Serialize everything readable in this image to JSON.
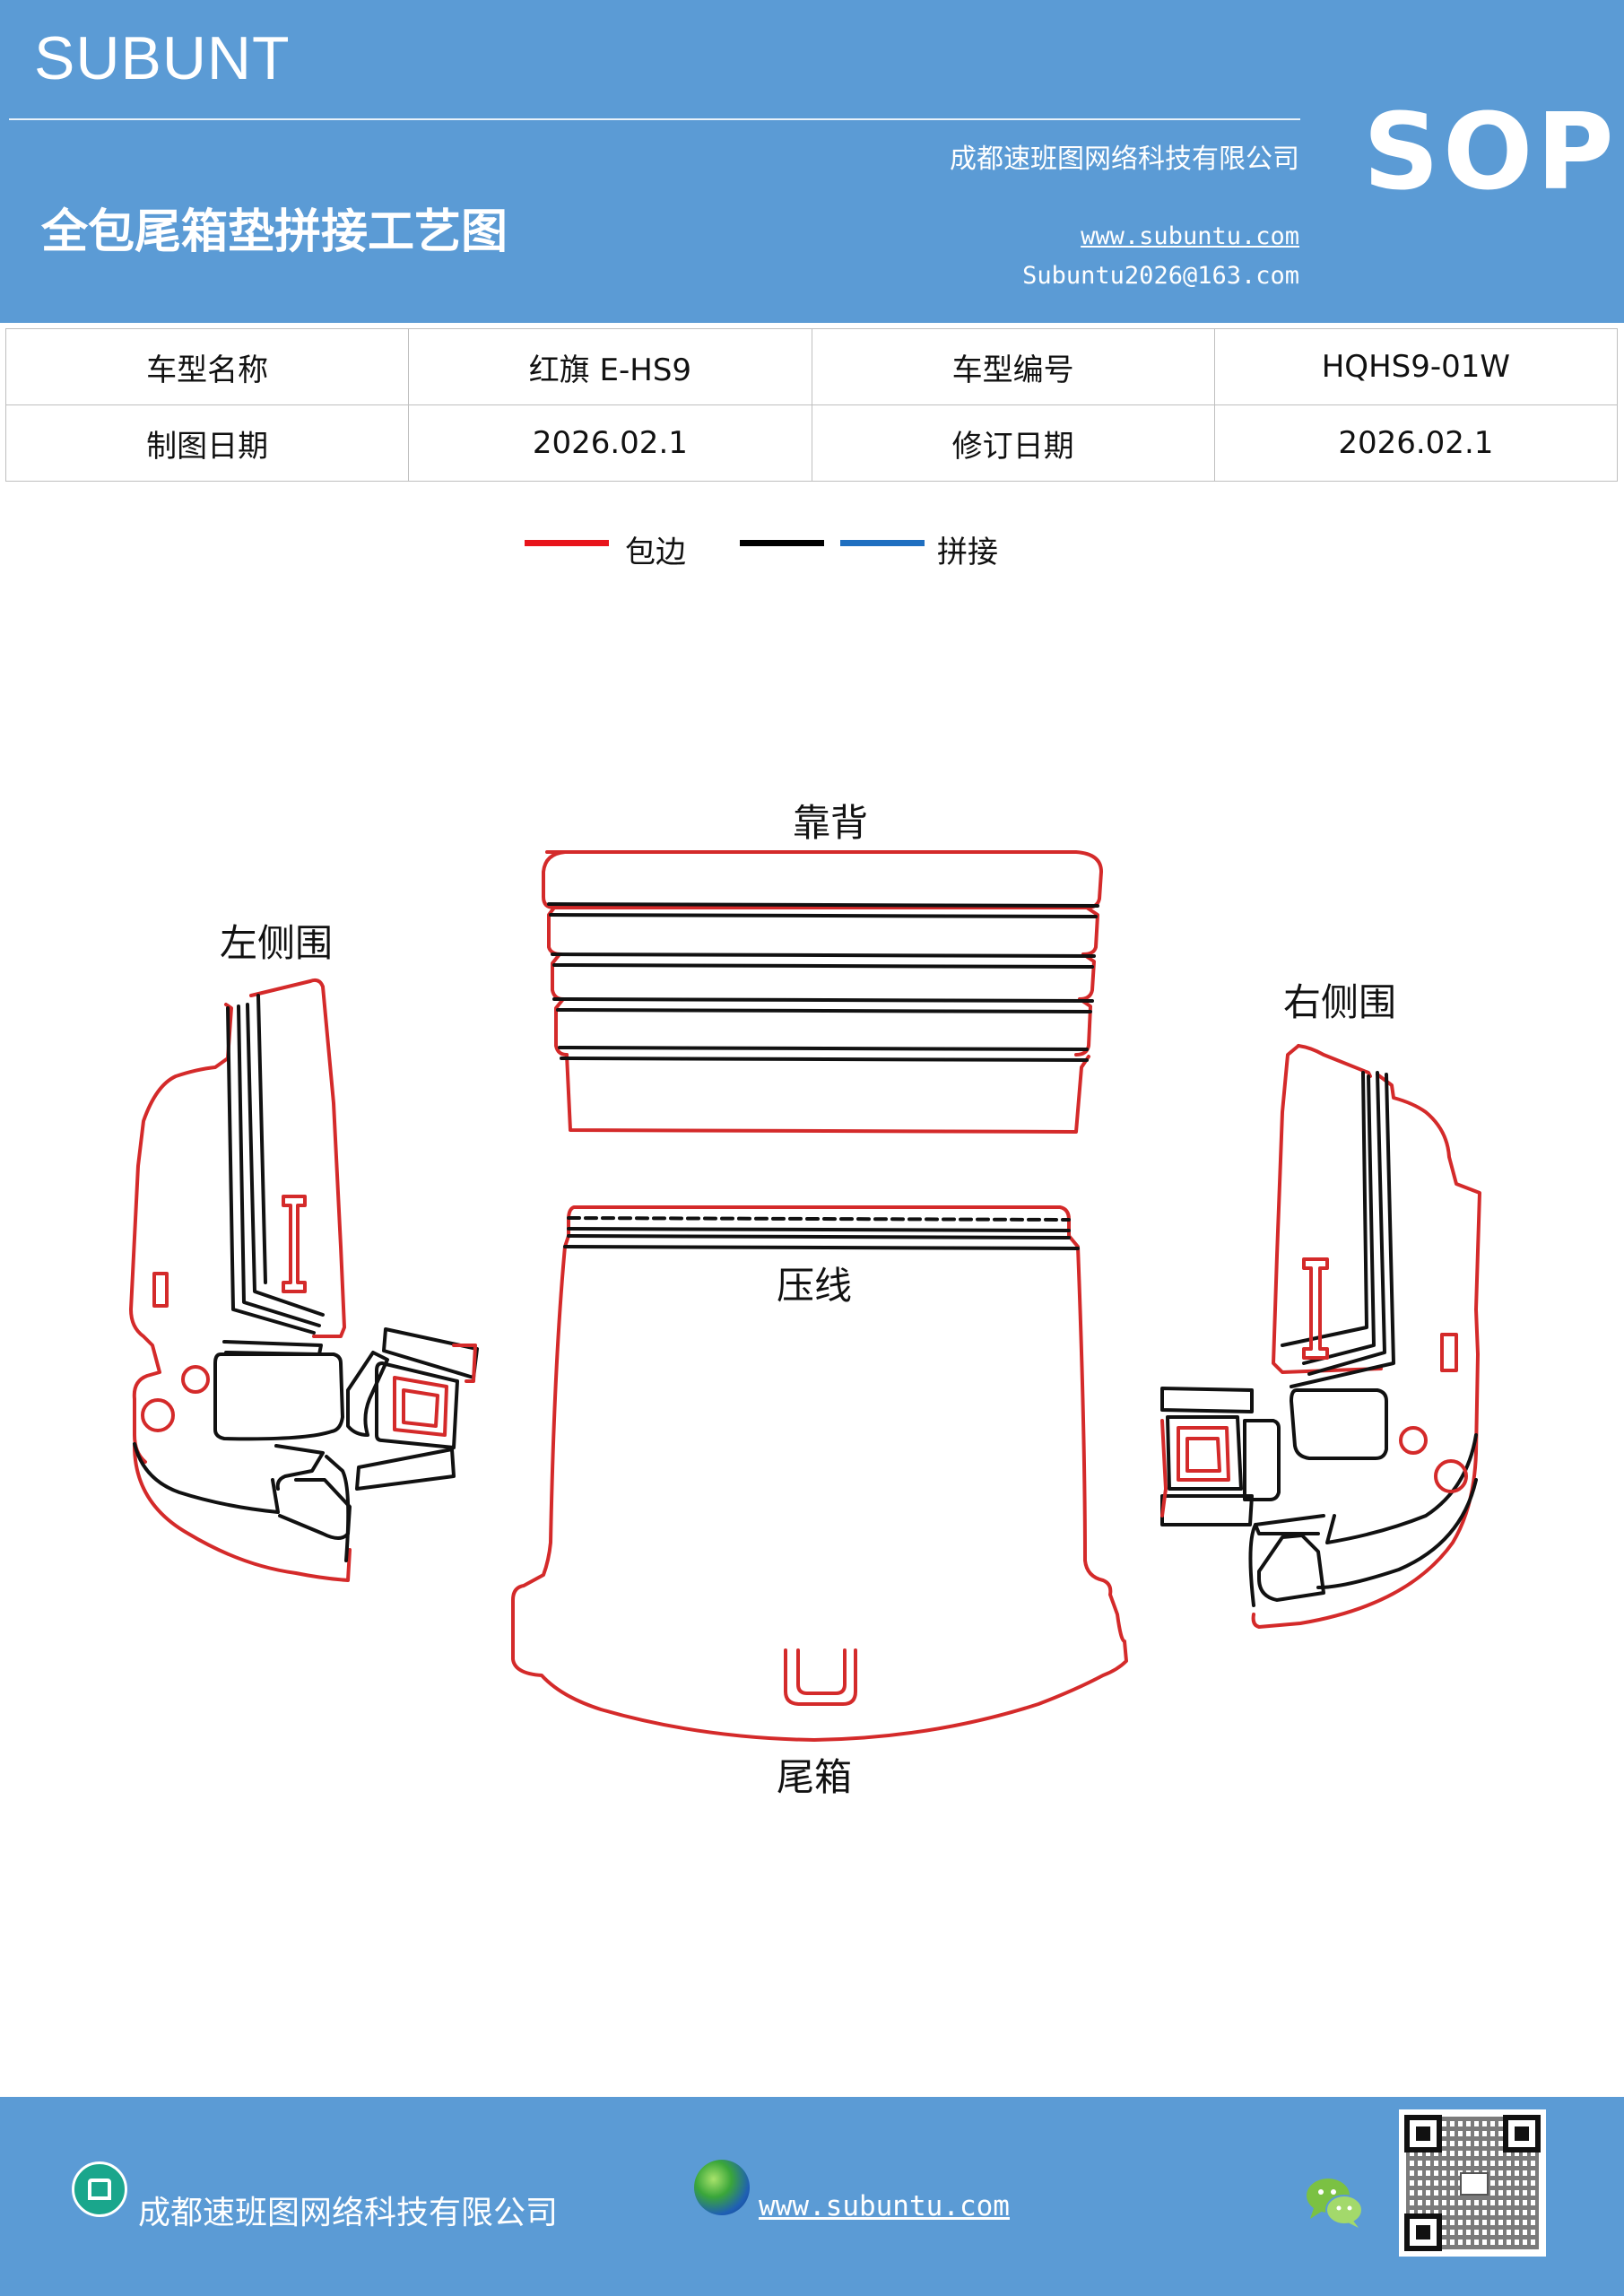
{
  "header": {
    "brand": "SUBUNT",
    "doc_code": "SOP",
    "doc_title": "全包尾箱垫拼接工艺图",
    "company": "成都速班图网络科技有限公司",
    "website": "www.subuntu.com",
    "email": "Subuntu2026@163.com"
  },
  "info_table": {
    "rows": [
      {
        "label1": "车型名称",
        "value1": "红旗 E-HS9",
        "label2": "车型编号",
        "value2": "HQHS9-01W"
      },
      {
        "label1": "制图日期",
        "value1": "2026.02.1",
        "label2": "修订日期",
        "value2": "2026.02.1"
      }
    ]
  },
  "legend": {
    "wrap_label": "包边",
    "join_label": "拼接",
    "colors": {
      "wrap": "#e8141b",
      "black": "#000000",
      "join": "#1f6fc0"
    }
  },
  "diagram": {
    "labels": {
      "backrest": "靠背",
      "left_side": "左侧围",
      "right_side": "右侧围",
      "press_line": "压线",
      "trunk": "尾箱"
    },
    "colors": {
      "edge": "#d42a2a",
      "seam": "#111111"
    }
  },
  "footer": {
    "company": "成都速班图网络科技有限公司",
    "website": "www.subuntu.com"
  }
}
